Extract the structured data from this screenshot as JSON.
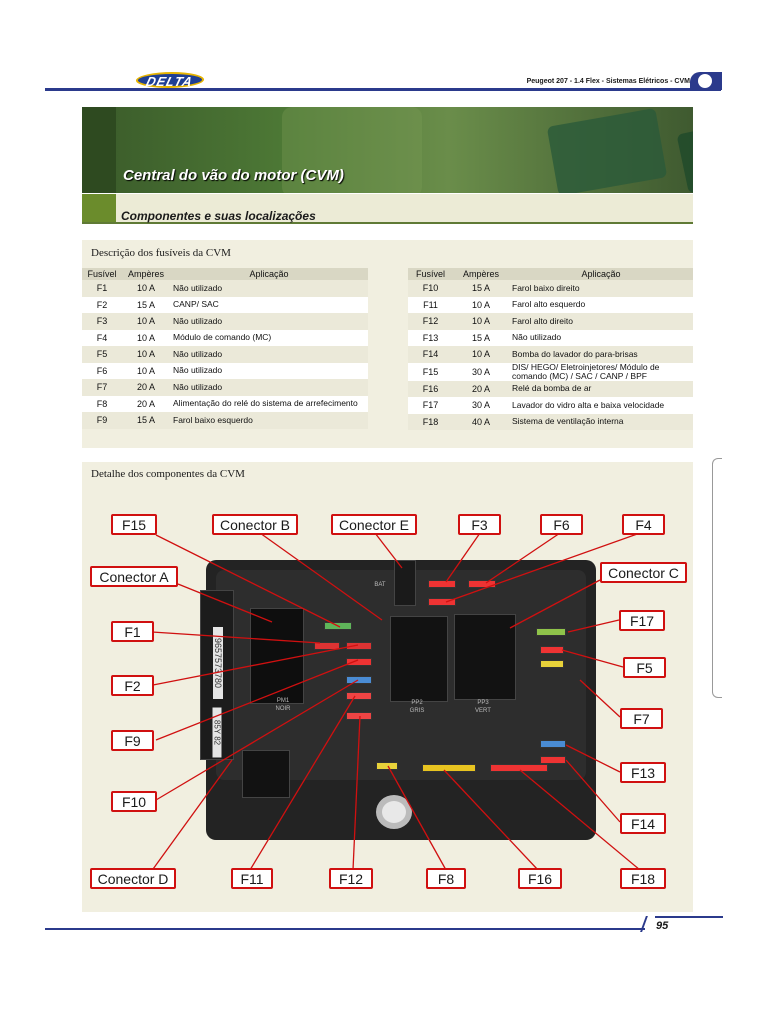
{
  "header": {
    "logo_text": "DELTA",
    "title": "Peugeot 207 - 1.4 Flex - Sistemas Elétricos - CVM"
  },
  "banner": {
    "title": "Central do vão do motor (CVM)"
  },
  "subtitle": "Componentes  e suas localizações",
  "fuse_section": {
    "title": "Descrição dos fusíveis da CVM",
    "headers": [
      "Fusível",
      "Ampères",
      "Aplicação"
    ],
    "left_rows": [
      {
        "fuse": "F1",
        "amp": "10 A",
        "app": "Não utilizado"
      },
      {
        "fuse": "F2",
        "amp": "15 A",
        "app": "CANP/ SAC"
      },
      {
        "fuse": "F3",
        "amp": "10 A",
        "app": "Não utilizado"
      },
      {
        "fuse": "F4",
        "amp": "10 A",
        "app": "Módulo de comando (MC)"
      },
      {
        "fuse": "F5",
        "amp": "10 A",
        "app": "Não utilizado"
      },
      {
        "fuse": "F6",
        "amp": "10 A",
        "app": "Não utilizado"
      },
      {
        "fuse": "F7",
        "amp": "20 A",
        "app": "Não utilizado"
      },
      {
        "fuse": "F8",
        "amp": "20 A",
        "app": "Alimentação do relé do sistema de arrefecimento"
      },
      {
        "fuse": "F9",
        "amp": "15 A",
        "app": "Farol baixo esquerdo"
      }
    ],
    "right_rows": [
      {
        "fuse": "F10",
        "amp": "15 A",
        "app": "Farol baixo direito"
      },
      {
        "fuse": "F11",
        "amp": "10 A",
        "app": "Farol alto esquerdo"
      },
      {
        "fuse": "F12",
        "amp": "10 A",
        "app": "Farol alto direito"
      },
      {
        "fuse": "F13",
        "amp": "15 A",
        "app": "Não utilizado"
      },
      {
        "fuse": "F14",
        "amp": "10 A",
        "app": "Bomba do lavador do para-brisas"
      },
      {
        "fuse": "F15",
        "amp": "30 A",
        "app": "DIS/ HEGO/ Eletroinjetores/ Módulo de comando (MC) / SAC / CANP / BPF"
      },
      {
        "fuse": "F16",
        "amp": "20 A",
        "app": "Relé da bomba de ar"
      },
      {
        "fuse": "F17",
        "amp": "30 A",
        "app": "Lavador do vidro alta e baixa velocidade"
      },
      {
        "fuse": "F18",
        "amp": "40 A",
        "app": "Sistema de ventilação interna"
      }
    ]
  },
  "detail_section": {
    "title": "Detalhe dos componentes da CVM",
    "box_labels": {
      "pm1": "PM1",
      "noir": "NOIR",
      "pp2": "PP2",
      "gris": "GRIS",
      "pm3": "PP3",
      "vert": "VERT",
      "bat": "BAT",
      "part_number": "9657573780",
      "code": "85Y 82"
    },
    "callouts": {
      "f15": "F15",
      "conector_b": "Conector B",
      "conector_e": "Conector E",
      "f3": "F3",
      "f6": "F6",
      "f4": "F4",
      "conector_a": "Conector A",
      "conector_c": "Conector C",
      "f1": "F1",
      "f17": "F17",
      "f5": "F5",
      "f2": "F2",
      "f7": "F7",
      "f9": "F9",
      "f13": "F13",
      "f10": "F10",
      "f14": "F14",
      "conector_d": "Conector D",
      "f11": "F11",
      "f12": "F12",
      "f8": "F8",
      "f16": "F16",
      "f18": "F18"
    }
  },
  "footer": {
    "page_number": "95"
  }
}
